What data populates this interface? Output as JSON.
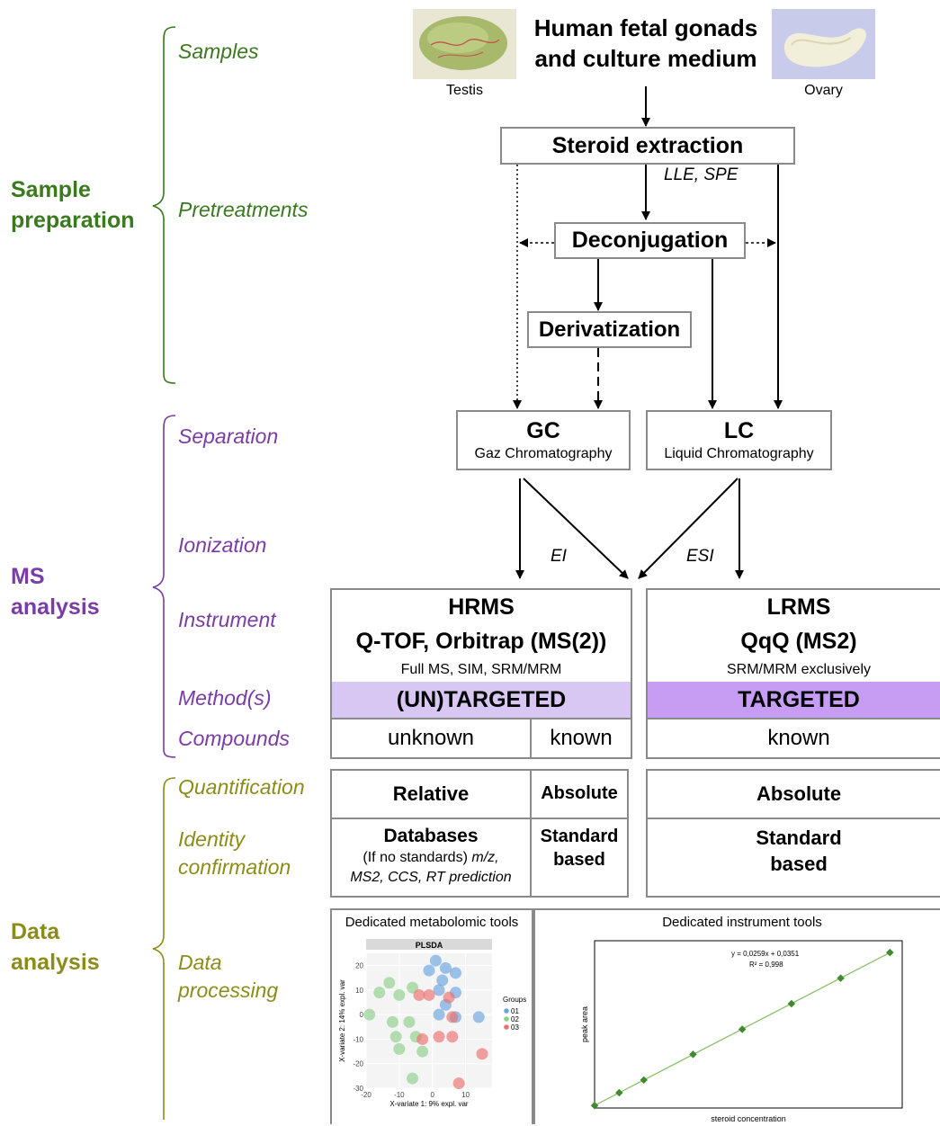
{
  "sections": {
    "sample_preparation": "Sample\npreparation",
    "ms_analysis": "MS\nanalysis",
    "data_analysis": "Data\nanalysis"
  },
  "steps": {
    "samples": "Samples",
    "pretreatments": "Pretreatments",
    "separation": "Separation",
    "ionization": "Ionization",
    "instrument": "Instrument",
    "methods": "Method(s)",
    "compounds": "Compounds",
    "quantification": "Quantification",
    "identity_confirmation": "Identity\nconfirmation",
    "data_processing": "Data\nprocessing"
  },
  "samples": {
    "title": "Human fetal gonads\nand culture medium",
    "testis": "Testis",
    "ovary": "Ovary"
  },
  "workflow": {
    "steroid_extraction": "Steroid extraction",
    "extraction_methods": "LLE, SPE",
    "deconjugation": "Deconjugation",
    "derivatization": "Derivatization",
    "gc": "GC",
    "gc_full": "Gaz Chromatography",
    "lc": "LC",
    "lc_full": "Liquid Chromatography",
    "ei": "EI",
    "esi": "ESI"
  },
  "hrms": {
    "title": "HRMS",
    "subtitle": "Q-TOF, Orbitrap (MS(2))",
    "modes": "Full MS, SIM, SRM/MRM",
    "method": "(UN)TARGETED",
    "compound_unknown": "unknown",
    "compound_known": "known",
    "quant_relative": "Relative",
    "quant_absolute": "Absolute",
    "id_databases": "Databases",
    "id_databases_note_plain": "(If no standards) ",
    "id_databases_note_italic1": "m/z,",
    "id_databases_note_italic2": "MS2, CCS, RT prediction",
    "id_standard": "Standard\nbased"
  },
  "lrms": {
    "title": "LRMS",
    "subtitle": "QqQ (MS2)",
    "modes": "SRM/MRM  exclusively",
    "method": "TARGETED",
    "compound_known": "known",
    "quant_absolute": "Absolute",
    "id_standard": "Standard\nbased"
  },
  "tools": {
    "metabolomic": "Dedicated metabolomic tools",
    "instrument": "Dedicated instrument tools"
  },
  "colors": {
    "green": "#3a7a1e",
    "purple": "#7a3ca6",
    "olive": "#8c8c1a",
    "untargeted_band": "#d8c6f3",
    "targeted_band": "#c79df4",
    "group1": "#6aa4e0",
    "group2": "#8fd08a",
    "group3": "#ec6f6f"
  },
  "chart_data": [
    {
      "type": "scatter",
      "title": "PLSDA",
      "xlabel": "X-variate 1: 9% expl. var",
      "ylabel": "X-variate 2: 14% expl. var",
      "xlim": [
        -20,
        18
      ],
      "ylim": [
        -30,
        25
      ],
      "x_ticks": [
        "-20",
        "-10",
        "0",
        "10"
      ],
      "y_ticks": [
        "20",
        "10",
        "0",
        "-10",
        "-20",
        "-30"
      ],
      "legend_title": "Groups",
      "legend_position": "right",
      "series": [
        {
          "name": "01",
          "color": "#6aa4e0",
          "points": [
            [
              1,
              22
            ],
            [
              4,
              19
            ],
            [
              -1,
              18
            ],
            [
              7,
              17
            ],
            [
              3,
              14
            ],
            [
              2,
              10
            ],
            [
              7,
              9
            ],
            [
              4,
              4
            ],
            [
              2,
              0
            ],
            [
              7,
              -1
            ],
            [
              14,
              -1
            ]
          ]
        },
        {
          "name": "02",
          "color": "#8fd08a",
          "points": [
            [
              -13,
              13
            ],
            [
              -6,
              11
            ],
            [
              -16,
              9
            ],
            [
              -10,
              8
            ],
            [
              -19,
              0
            ],
            [
              -12,
              -3
            ],
            [
              -7,
              -3
            ],
            [
              -11,
              -9
            ],
            [
              -5,
              -9
            ],
            [
              -10,
              -14
            ],
            [
              -3,
              -15
            ],
            [
              -6,
              -26
            ]
          ]
        },
        {
          "name": "03",
          "color": "#ec6f6f",
          "points": [
            [
              -4,
              8
            ],
            [
              -1,
              8
            ],
            [
              5,
              7
            ],
            [
              6,
              -1
            ],
            [
              2,
              -9
            ],
            [
              6,
              -9
            ],
            [
              -3,
              -10
            ],
            [
              15,
              -16
            ],
            [
              8,
              -28
            ]
          ]
        }
      ]
    },
    {
      "type": "scatter",
      "xlabel": "steroid concentration",
      "ylabel": "peak area",
      "annotation_1": "y = 0,0259x + 0,0351",
      "annotation_2": "R² = 0,998",
      "points": [
        [
          0,
          0.035
        ],
        [
          1,
          0.061
        ],
        [
          2,
          0.087
        ],
        [
          4,
          0.139
        ],
        [
          6,
          0.19
        ],
        [
          8,
          0.242
        ],
        [
          10,
          0.294
        ],
        [
          12,
          0.346
        ]
      ],
      "trendline": {
        "slope": 0.0259,
        "intercept": 0.0351
      }
    }
  ]
}
